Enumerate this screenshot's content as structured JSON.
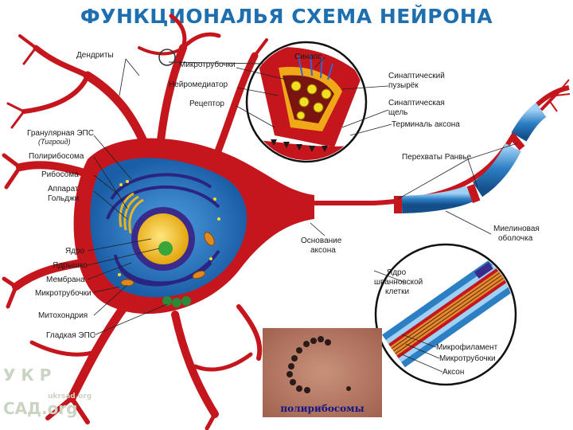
{
  "title": "ФУНКЦИОНАЛЬЯ СХЕМА НЕЙРОНА",
  "labels": {
    "dendrites": "Дендриты",
    "microtubules_top": "Микротрубочки",
    "neurotransmitter": "Нейромедиатор",
    "receptor": "Рецептор",
    "synapse": "Синапс",
    "synaptic_vesicle_1": "Синаптический",
    "synaptic_vesicle_2": "пузырёк",
    "synaptic_cleft_1": "Синаптическая",
    "synaptic_cleft_2": "щель",
    "axon_terminal": "Терминаль аксона",
    "granular_er": "Гранулярная ЭПС",
    "tigroid": "(Тигроид)",
    "polyribosome": "Полирибосома",
    "ribosome": "Рибосома",
    "golgi_1": "Аппарат",
    "golgi_2": "Гольджи",
    "ranvier": "Перехваты Ранвье",
    "axon_hillock_1": "Основание",
    "axon_hillock_2": "аксона",
    "myelin_1": "Миелиновая",
    "myelin_2": "оболочка",
    "nucleus": "Ядро",
    "nucleolus": "Ядрышко",
    "membrane": "Мембрана",
    "microtubules_left": "Микротрубочки",
    "mitochondria": "Митохондрия",
    "smooth_er": "Гладкая ЭПС",
    "schwann_1": "Ядро",
    "schwann_2": "шванновской",
    "schwann_3": "клетки",
    "microfilament": "Микрофиламент",
    "microtubules_axon": "Микротрубочки",
    "axon": "Аксон"
  },
  "photo_caption": "полирибосомы",
  "watermark": {
    "line1": "У К Р",
    "line2": "ukrsad.org",
    "line3": "САД.org"
  },
  "colors": {
    "title": "#1d6fb0",
    "neuron": "#c4161c",
    "myelin": "#2d7fc4",
    "nucleus": "#f2c21b",
    "cell_body": "#1f6fb8"
  }
}
